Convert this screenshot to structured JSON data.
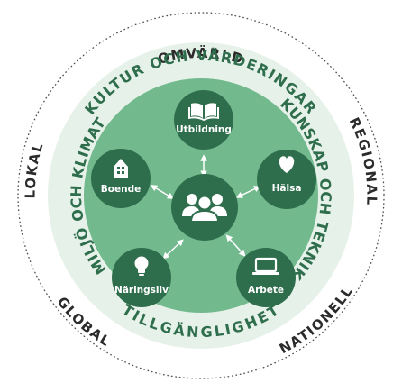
{
  "colors": {
    "outer_ring": "#e6f1e9",
    "inner_circle": "#72b98d",
    "node": "#2f6e4c",
    "ring_text": "#2f6e4c",
    "outer_text": "#2b2b2b",
    "dots": "#555555",
    "arrow": "#ffffff"
  },
  "outer_labels": {
    "top": "OMVÄRLD",
    "left": "LOKAL",
    "right": "REGIONAL",
    "bottom_left": "GLOBAL",
    "bottom_right": "NATIONELL"
  },
  "ring_labels": {
    "top": "KULTUR OCH VÄRDERINGAR",
    "right": "KUNSKAP OCH TEKNIK",
    "left": "MILJÖ OCH KLIMAT",
    "bottom": "TILLGÄNGLIGHET"
  },
  "center": {
    "icon": "people-group-icon"
  },
  "nodes": {
    "utbildning": {
      "label": "Utbildning",
      "icon": "book-icon"
    },
    "halsa": {
      "label": "Hälsa",
      "icon": "heart-icon"
    },
    "arbete": {
      "label": "Arbete",
      "icon": "laptop-icon"
    },
    "naringsliv": {
      "label": "Näringsliv",
      "icon": "lightbulb-icon"
    },
    "boende": {
      "label": "Boende",
      "icon": "house-icon"
    }
  }
}
